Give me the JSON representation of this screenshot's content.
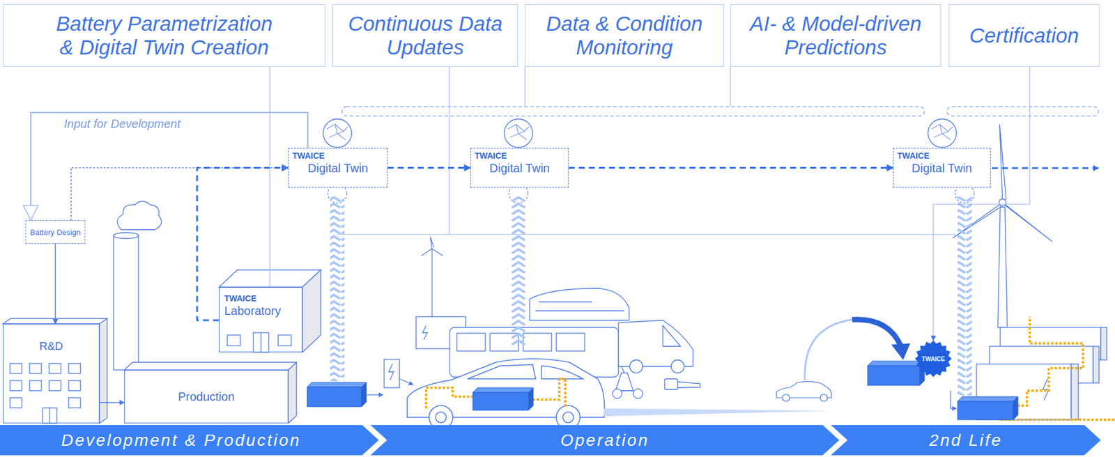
{
  "diagram": {
    "nodes": [
      {
        "text": [
          "Battery Parametrization & Digital Twin Creation"
        ]
      },
      {
        "text": [
          "Continuous Data Updates"
        ]
      },
      {
        "text": [
          "Data & Condition Monitoring"
        ]
      },
      {
        "text": [
          "AI- & Model-driven Predictions"
        ]
      },
      {
        "text": [
          "Certification"
        ]
      },
      {
        "text": [
          "Battery Design"
        ]
      },
      {
        "text": [
          "R&D"
        ]
      },
      {
        "text": [
          "Production"
        ]
      },
      {
        "text": [
          "TWAICE",
          "Laboratory"
        ]
      },
      {
        "text": [
          "TWAICE",
          "Digital Twin"
        ]
      },
      {
        "text": [
          "TWAICE",
          "Digital Twin"
        ]
      },
      {
        "text": [
          "TWAICE",
          "Digital Twin"
        ]
      },
      {
        "text": [
          "TWAICE"
        ]
      },
      {
        "text": [
          "Development & Production"
        ]
      },
      {
        "text": [
          "Operation"
        ]
      },
      {
        "text": [
          "2nd Life"
        ]
      }
    ],
    "edges": [
      {
        "from": 5,
        "to": 6,
        "arrow": "to"
      },
      {
        "from": 6,
        "to": 7,
        "arrow": "to"
      },
      {
        "from": 8,
        "to": 9,
        "arrow": "to"
      },
      {
        "from": 9,
        "to": 10,
        "arrow": "to"
      },
      {
        "from": 10,
        "to": 11,
        "arrow": "to"
      },
      {
        "from": 9,
        "to": 5,
        "arrow": "to",
        "label": "Input for Development"
      },
      {
        "from": 0,
        "to": 8,
        "arrow": "none"
      },
      {
        "from": 4,
        "to": 12,
        "arrow": "to"
      },
      {
        "from": 5,
        "to": 9,
        "arrow": "to"
      }
    ]
  }
}
